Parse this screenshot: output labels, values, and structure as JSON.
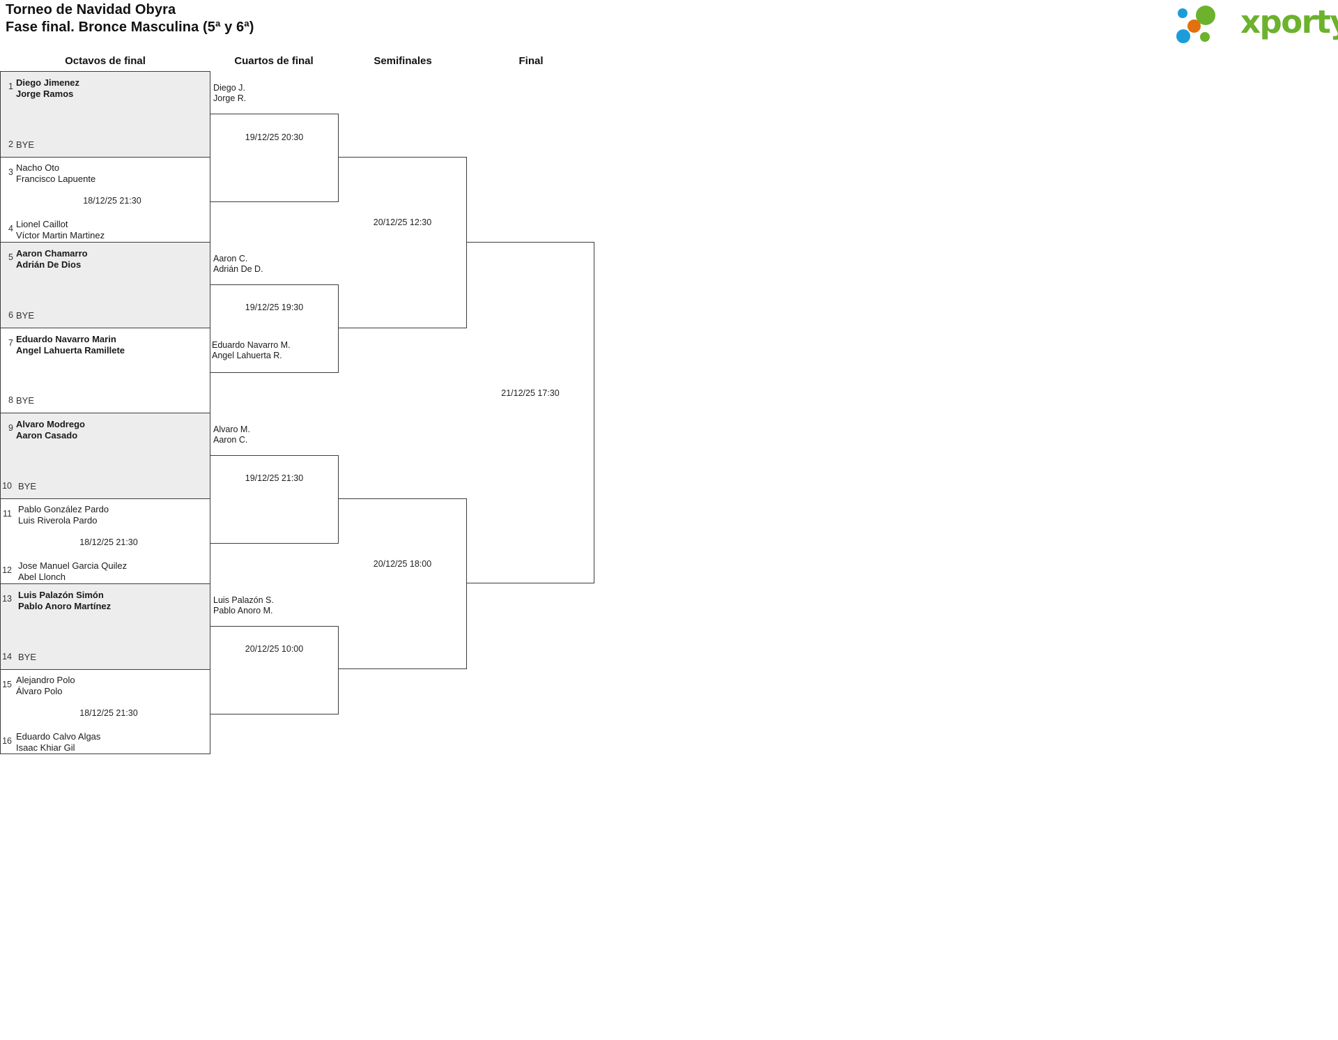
{
  "header": {
    "title_line1": "Torneo de Navidad Obyra",
    "title_line2": "Fase final. Bronce Masculina (5ª y 6ª)",
    "logo": {
      "wordmark": "xporty",
      "icon_name": "xporty-dots-logo",
      "colors": {
        "green": "#6cb22d",
        "blue": "#1b9dd9",
        "orange": "#e2700d"
      }
    }
  },
  "rounds": [
    {
      "id": "octavos",
      "label": "Octavos de final"
    },
    {
      "id": "cuartos",
      "label": "Cuartos de final"
    },
    {
      "id": "semis",
      "label": "Semifinales"
    },
    {
      "id": "final",
      "label": "Final"
    }
  ],
  "octavos": {
    "seeds": [
      {
        "num": "1",
        "line1": "Diego Jimenez",
        "line2": "Jorge Ramos"
      },
      {
        "num": "2",
        "bye": "BYE"
      },
      {
        "num": "3",
        "line1": "Nacho Oto",
        "line2": "Francisco Lapuente"
      },
      {
        "num": "4",
        "line1": "Lionel Caillot",
        "line2": "Víctor Martin Martinez"
      },
      {
        "num": "5",
        "line1": "Aaron Chamarro",
        "line2": "Adrián De Dios"
      },
      {
        "num": "6",
        "bye": "BYE"
      },
      {
        "num": "7",
        "line1": "Eduardo Navarro Marin",
        "line2": "Angel Lahuerta Ramillete"
      },
      {
        "num": "8",
        "bye": "BYE"
      },
      {
        "num": "9",
        "line1": "Alvaro Modrego",
        "line2": "Aaron Casado"
      },
      {
        "num": "10",
        "bye": "BYE"
      },
      {
        "num": "11",
        "line1": "Pablo González Pardo",
        "line2": "Luis Riverola Pardo"
      },
      {
        "num": "12",
        "line1": "Jose Manuel Garcia Quilez",
        "line2": "Abel Llonch"
      },
      {
        "num": "13",
        "line1": "Luis Palazón Simón",
        "line2": "Pablo Anoro Martínez"
      },
      {
        "num": "14",
        "bye": "BYE"
      },
      {
        "num": "15",
        "line1": "Alejandro Polo",
        "line2": "Álvaro Polo"
      },
      {
        "num": "16",
        "line1": "Eduardo Calvo Algas",
        "line2": "Isaac Khiar Gil"
      }
    ],
    "match_dates": {
      "m2": "18/12/25 21:30",
      "m6": "18/12/25 21:30",
      "m8": "18/12/25 21:30"
    }
  },
  "cuartos": {
    "matches": [
      {
        "id": "qf1",
        "date": "19/12/25 20:30",
        "adv_line1": "Diego J.",
        "adv_line2": "Jorge R."
      },
      {
        "id": "qf2",
        "date": "19/12/25 19:30",
        "adv_line1": "Aaron C.",
        "adv_line2": "Adrián De D.",
        "lower_line1": "Eduardo Navarro M.",
        "lower_line2": "Angel Lahuerta R."
      },
      {
        "id": "qf3",
        "date": "19/12/25 21:30",
        "adv_line1": "Alvaro M.",
        "adv_line2": "Aaron C."
      },
      {
        "id": "qf4",
        "date": "20/12/25 10:00",
        "adv_line1": "Luis Palazón S.",
        "adv_line2": "Pablo Anoro M."
      }
    ]
  },
  "semis": {
    "matches": [
      {
        "id": "sf1",
        "date": "20/12/25 12:30"
      },
      {
        "id": "sf2",
        "date": "20/12/25 18:00"
      }
    ]
  },
  "final": {
    "match": {
      "id": "f1",
      "date": "21/12/25 17:30"
    }
  }
}
